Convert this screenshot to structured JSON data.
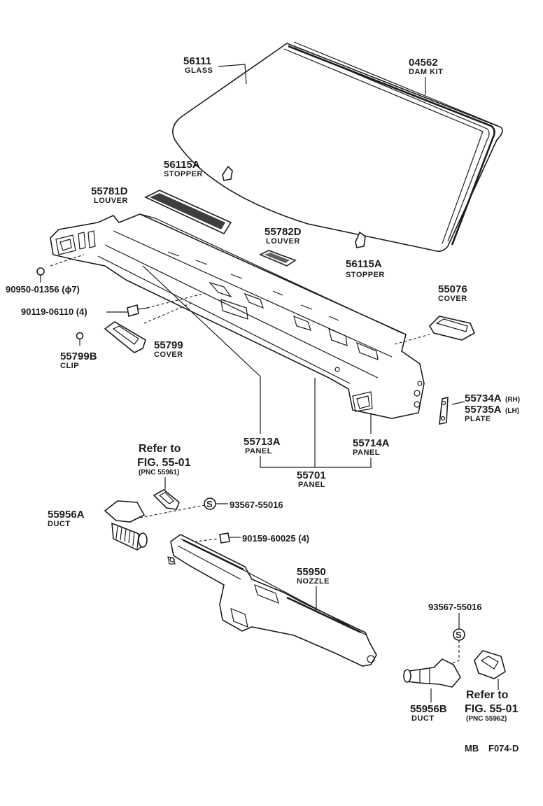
{
  "parts": {
    "glass": {
      "pn": "56111",
      "name": "GLASS"
    },
    "dam_kit": {
      "pn": "04562",
      "name": "DAM KIT"
    },
    "stopper_upper": {
      "pn": "56115A",
      "name": "STOPPER"
    },
    "louver_left": {
      "pn": "55781D",
      "name": "LOUVER"
    },
    "louver_center": {
      "pn": "55782D",
      "name": "LOUVER"
    },
    "stopper_lower": {
      "pn": "56115A",
      "name": "STOPPER"
    },
    "bolt_a": {
      "pn": "90950-01356 (ϕ7)"
    },
    "bolt_b": {
      "pn": "90119-06110 (4)"
    },
    "clip": {
      "pn": "55799B",
      "name": "CLIP"
    },
    "cover_left": {
      "pn": "55799",
      "name": "COVER"
    },
    "cover_right": {
      "pn": "55076",
      "name": "COVER"
    },
    "panel_rh": {
      "pn": "55713A",
      "name": "PANEL"
    },
    "panel_lh": {
      "pn": "55714A",
      "name": "PANEL"
    },
    "panel_main": {
      "pn": "55701",
      "name": "PANEL"
    },
    "plate": {
      "pn_rh": "55734A",
      "rh": "(RH)",
      "pn_lh": "55735A",
      "lh": "(LH)",
      "name": "PLATE"
    },
    "ref_left": {
      "line1": "Refer to",
      "line2": "FIG. 55-01",
      "line3": "(PNC 55961)"
    },
    "seal_left": {
      "pn": "93567-55016",
      "symbol": "S"
    },
    "duct_left": {
      "pn": "55956A",
      "name": "DUCT"
    },
    "screw": {
      "pn": "90159-60025 (4)"
    },
    "nozzle": {
      "pn": "55950",
      "name": "NOZZLE"
    },
    "seal_right": {
      "pn": "93567-55016",
      "symbol": "S"
    },
    "duct_right": {
      "pn": "55956B",
      "name": "DUCT"
    },
    "ref_right": {
      "line1": "Refer to",
      "line2": "FIG. 55-01",
      "line3": "(PNC 55962)"
    }
  },
  "footer": {
    "code1": "MB",
    "code2": "F074-D"
  }
}
